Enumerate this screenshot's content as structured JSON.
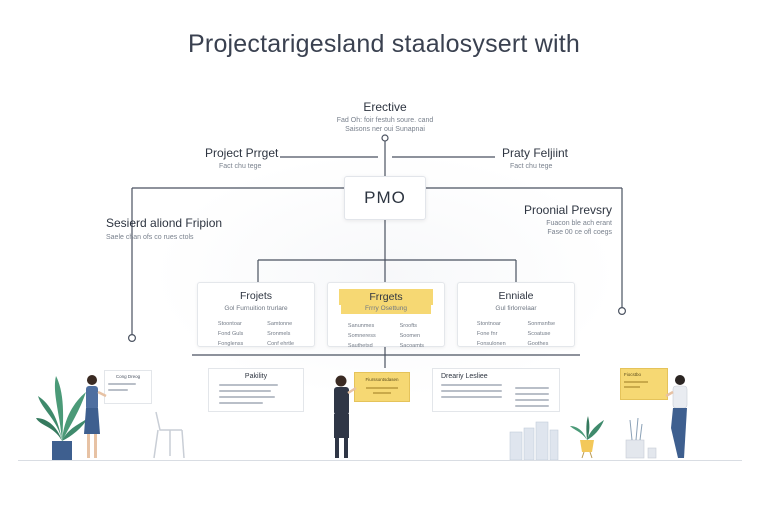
{
  "title": "Projectarigesland staalosysert with",
  "executive": {
    "title": "Erective",
    "lines": [
      "Fad Oh: foir festuh soure. cand",
      "Saisons ner oui Sunapnai"
    ]
  },
  "left_top": {
    "title": "Project Prrget",
    "sub": "Fact chu tege"
  },
  "right_top": {
    "title": "Praty Feljiint",
    "sub": "Fact chu tege"
  },
  "pmo": {
    "label": "PMO"
  },
  "left_mid": {
    "title": "Sesierd aliond Fripion",
    "sub": "Saele chan ofs co rues ctols"
  },
  "right_mid": {
    "title": "Proonial Prevsry",
    "lines": [
      "Fuacon ble ach erant",
      "Fase 00 ce ofl coegs"
    ]
  },
  "cards": [
    {
      "title": "Frojets",
      "sub": "Gol Furnuition trurlare",
      "col1": [
        "Stoontoar",
        "Fond Guls",
        "Fonglenss"
      ],
      "col2": [
        "Samtonne",
        "Sronmels",
        "Conf ehrtle"
      ],
      "highlight": false
    },
    {
      "title": "Frrgets",
      "sub": "Frrry Osettung",
      "col1": [
        "Sanunmes",
        "Somneress",
        "Sauthetsd"
      ],
      "col2": [
        "Sroofts",
        "Soomen",
        "Sacoamts"
      ],
      "highlight": true
    },
    {
      "title": "Enniale",
      "sub": "Gul firlorrelaar",
      "col1": [
        "Stontnoar",
        "Fone fnr",
        "Fonsulonen"
      ],
      "col2": [
        "Sonmsnfse",
        "Scoatuse",
        "Goothes"
      ],
      "highlight": false
    }
  ],
  "bottom_boards": [
    {
      "title": "Pakility"
    },
    {
      "title": "Fiurssontsdasen"
    },
    {
      "title": "Dreariy Lesliee"
    }
  ],
  "easel_left": {
    "title": "Cong Dreog"
  },
  "easel_right": {
    "title": "Fiocstbo"
  },
  "colors": {
    "highlight": "#f6d873",
    "line": "#4a5260",
    "plant": "#3f8a6c",
    "pot": "#3e5f8f"
  }
}
